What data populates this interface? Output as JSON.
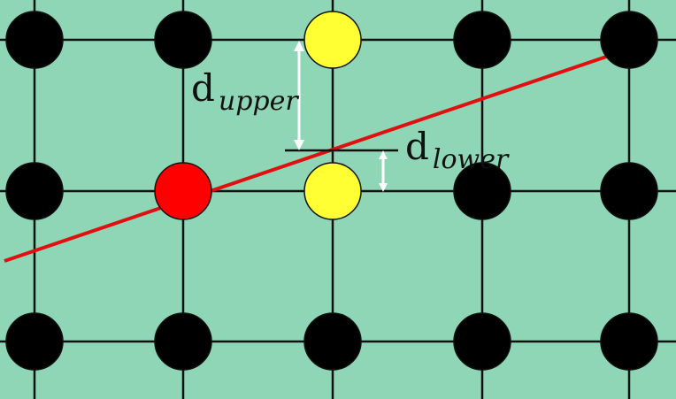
{
  "grid": {
    "columns": 5,
    "rows": 3,
    "line_color": "#111111",
    "background_color": "#8fd6b6"
  },
  "nodes": [
    {
      "col": 0,
      "row": 0,
      "state": "normal"
    },
    {
      "col": 1,
      "row": 0,
      "state": "normal"
    },
    {
      "col": 2,
      "row": 0,
      "state": "candidate-upper"
    },
    {
      "col": 3,
      "row": 0,
      "state": "normal"
    },
    {
      "col": 4,
      "row": 0,
      "state": "normal"
    },
    {
      "col": 0,
      "row": 1,
      "state": "normal"
    },
    {
      "col": 1,
      "row": 1,
      "state": "current"
    },
    {
      "col": 2,
      "row": 1,
      "state": "candidate-lower"
    },
    {
      "col": 3,
      "row": 1,
      "state": "normal"
    },
    {
      "col": 4,
      "row": 1,
      "state": "normal"
    },
    {
      "col": 0,
      "row": 2,
      "state": "normal"
    },
    {
      "col": 1,
      "row": 2,
      "state": "normal"
    },
    {
      "col": 2,
      "row": 2,
      "state": "normal"
    },
    {
      "col": 3,
      "row": 2,
      "state": "normal"
    },
    {
      "col": 4,
      "row": 2,
      "state": "normal"
    }
  ],
  "colors": {
    "normal": "#000000",
    "current": "#ff0000",
    "candidate": "#ffff33",
    "line": "#e01010",
    "arrow": "#ffffff"
  },
  "labels": {
    "d_upper": {
      "base": "d",
      "sub": "upper"
    },
    "d_lower": {
      "base": "d",
      "sub": "lower"
    }
  }
}
